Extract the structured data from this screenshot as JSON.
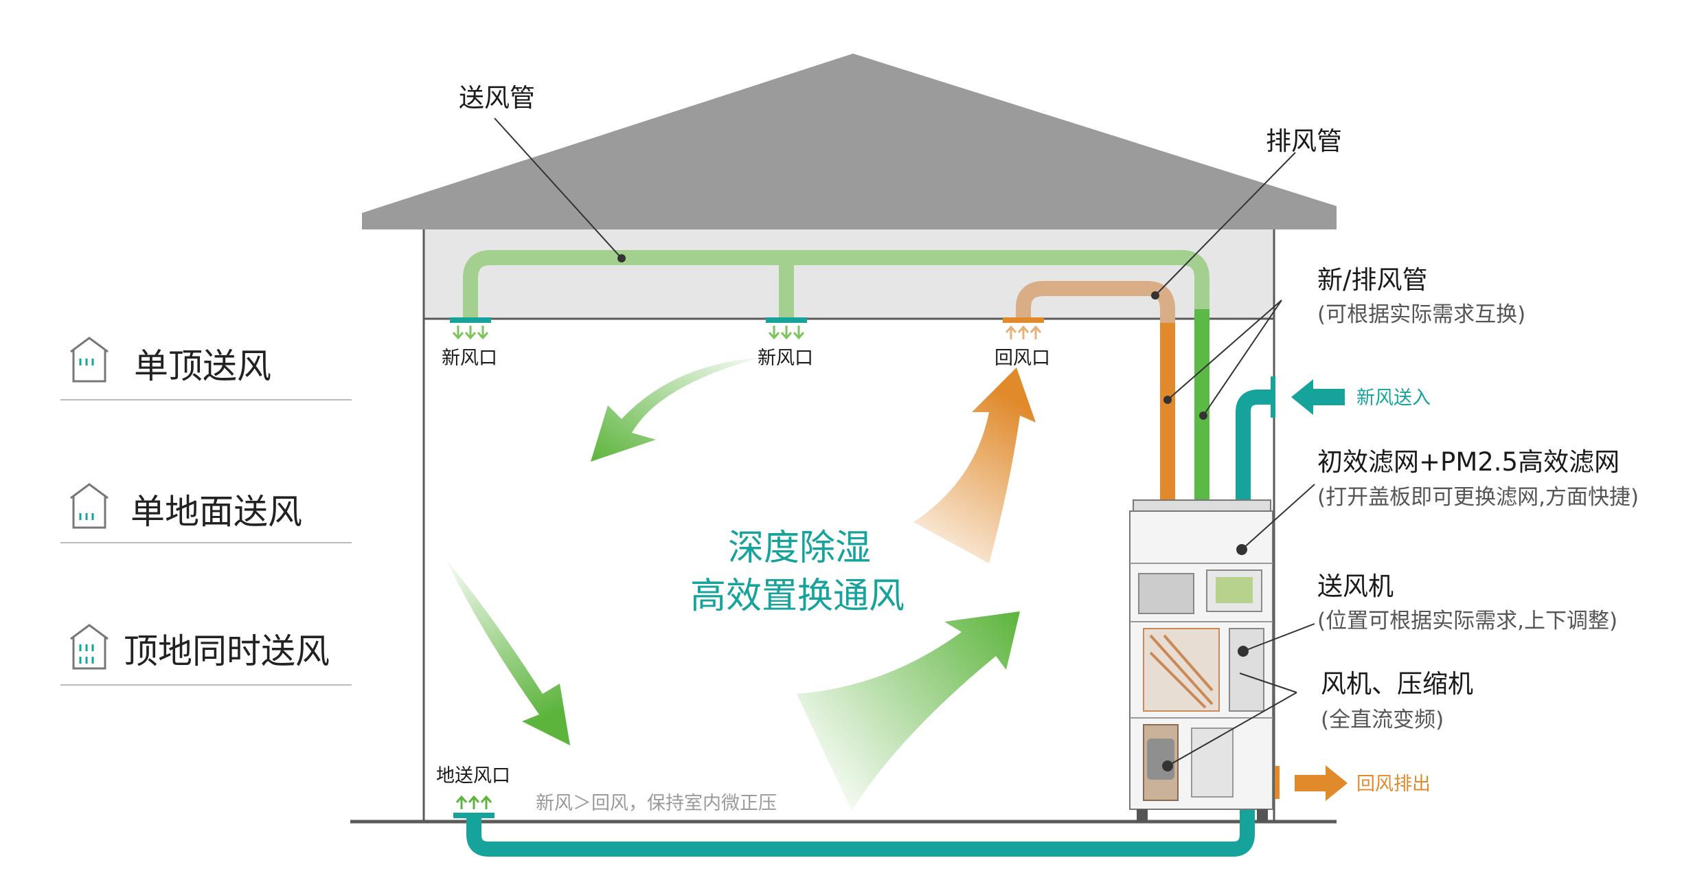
{
  "labels": {
    "supply_duct": "送风管",
    "exhaust_duct": "排风管",
    "fresh_exhaust_duct": "新/排风管",
    "fresh_exhaust_note": "(可根据实际需求互换)",
    "filter": "初效滤网+PM2.5高效滤网",
    "filter_note": "(打开盖板即可更换滤网,方面快捷)",
    "blower": "送风机",
    "blower_note": "(位置可根据实际需求,上下调整)",
    "fan_compressor": "风机、压缩机",
    "fan_compressor_note": "(全直流变频)",
    "fresh_in": "新风送入",
    "return_out": "回风排出",
    "fresh_outlet_1": "新风口",
    "fresh_outlet_2": "新风口",
    "return_inlet": "回风口",
    "floor_outlet": "地送风口",
    "pressure_note": "新风＞回风，保持室内微正压",
    "center_line1": "深度除湿",
    "center_line2": "高效置换通风"
  },
  "modes": [
    "单顶送风",
    "单地面送风",
    "顶地同时送风"
  ],
  "colors": {
    "roof": "#9b9b9b",
    "attic": "#e6e6e6",
    "supply_duct": "#9ccc85",
    "exhaust_duct": "#d9a97a",
    "fresh_duct": "#5bb946",
    "teal": "#16a39b",
    "orange": "#e08a2c",
    "green_arrow": "#5cb43c"
  }
}
